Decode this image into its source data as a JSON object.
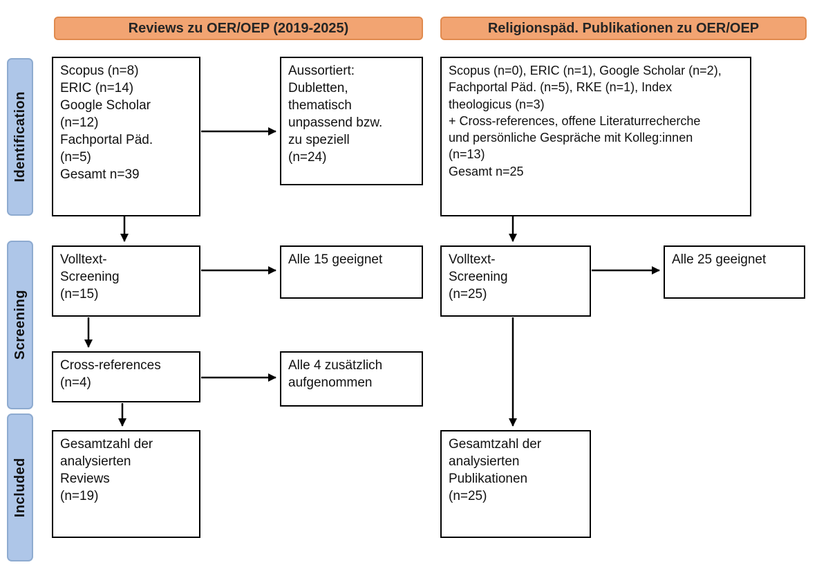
{
  "headers": {
    "left": "Reviews zu OER/OEP (2019-2025)",
    "right": "Religionspäd. Publikationen zu OER/OEP"
  },
  "stages": {
    "identification": "Identification",
    "screening": "Screening",
    "included": "Included"
  },
  "left_flow": {
    "sources": "Scopus (n=8)\nERIC (n=14)\nGoogle Scholar\n(n=12)\nFachportal Päd.\n(n=5)\nGesamt n=39",
    "excluded": "Aussortiert:\nDubletten,\nthematisch\nunpassend bzw.\nzu speziell\n(n=24)",
    "screening": "Volltext-\nScreening\n(n=15)",
    "screening_result": "Alle 15 geeignet",
    "cross_references": "Cross-references\n(n=4)",
    "cross_references_result": "Alle 4 zusätzlich\naufgenommen",
    "included": "Gesamtzahl der\nanalysierten\nReviews\n(n=19)"
  },
  "right_flow": {
    "sources": "Scopus (n=0), ERIC (n=1), Google Scholar (n=2),\nFachportal Päd. (n=5), RKE (n=1), Index\ntheologicus (n=3)\n+ Cross-references, offene Literaturrecherche\nund persönliche Gespräche mit Kolleg:innen\n(n=13)\nGesamt n=25",
    "screening": "Volltext-\nScreening\n(n=25)",
    "screening_result": "Alle 25 geeignet",
    "included": "Gesamtzahl der\nanalysierten\nPublikationen\n(n=25)"
  },
  "colors": {
    "header_fill": "#F2A472",
    "header_border": "#E08A4E",
    "stage_fill": "#AEC6E8",
    "stage_border": "#8EABD0",
    "box_border": "#000000",
    "arrow": "#000000"
  }
}
